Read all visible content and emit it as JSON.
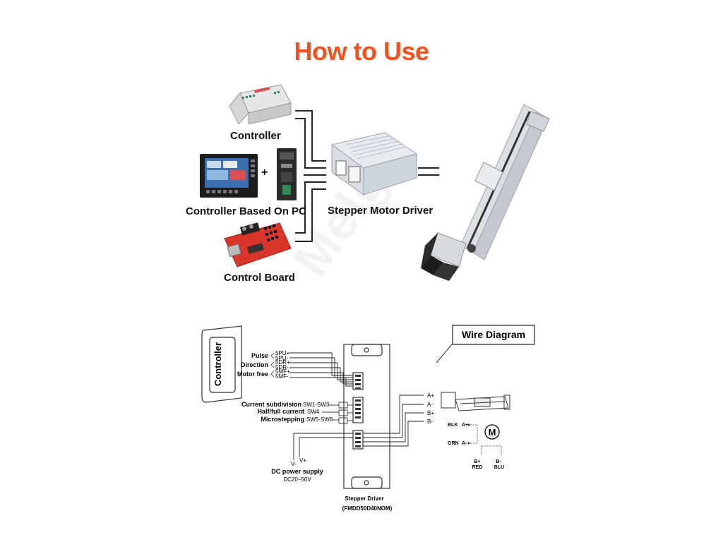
{
  "page": {
    "title": "How to Use",
    "title_color": "#F4511E",
    "watermark": "Melgo"
  },
  "top": {
    "controller_label": "Controller",
    "pc_label": "Controller Based On PC",
    "plus": "+",
    "board_label": "Control Board",
    "driver_label": "Stepper Motor Driver",
    "equals": "="
  },
  "wiring": {
    "controller_box": "Controller",
    "pulse": "Pulse",
    "direction": "Direction",
    "motor_free": "Motor free",
    "pins_left": [
      "5PU+",
      "5PU-",
      "5DR+",
      "5DR-",
      "5MF+",
      "5MF-"
    ],
    "current_subdivision": "Current subdivision",
    "current_subdivision_sw": "SW1-SW3",
    "half_full_current": "Half/full current",
    "half_full_current_sw": "SW4",
    "microstepping": "Microstepping",
    "microstepping_sw": "SW5-SW8",
    "vplus": "V+",
    "vminus": "V-",
    "dc_supply": "DC power supply",
    "dc_range": "DC20~50V",
    "driver_name": "Stepper Driver",
    "driver_model": "(FMDD50D40NOM)",
    "phases": [
      "A+",
      "A-",
      "B+",
      "B-"
    ],
    "wire_diagram_title": "Wire Diagram",
    "blk": "BLK",
    "ap": "A+",
    "grn": "GRN",
    "am": "A-",
    "motor": "M",
    "bp": "B+",
    "bm": "B-",
    "red": "RED",
    "blu": "BLU"
  }
}
